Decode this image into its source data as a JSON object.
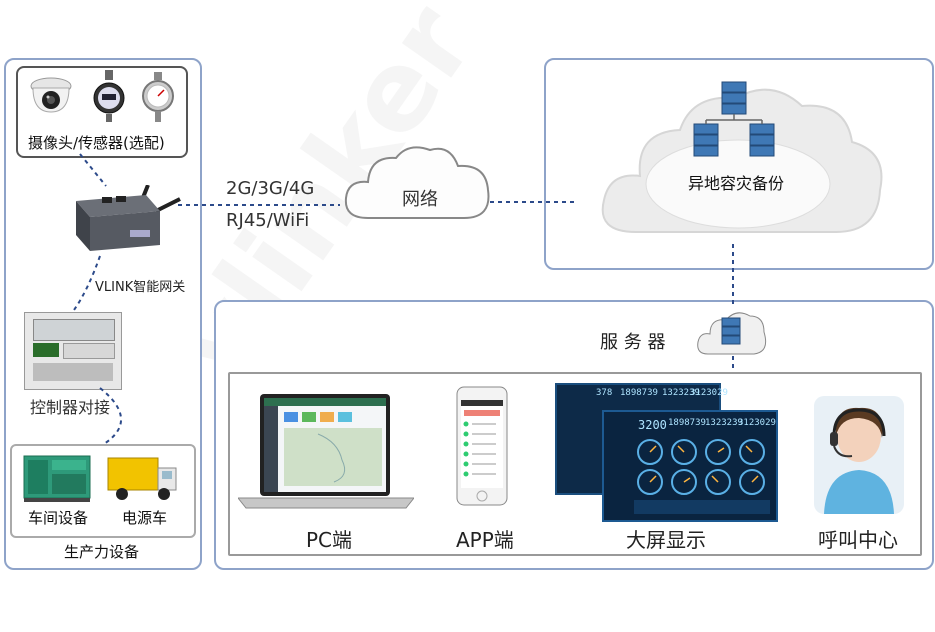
{
  "left_panel": {
    "sensors_label": "摄像头/传感器(选配)",
    "gateway_label": "VLINK智能网关",
    "controller_label": "控制器对接",
    "workshop_label": "车间设备",
    "power_vehicle_label": "电源车",
    "production_label": "生产力设备"
  },
  "network": {
    "protocols_line1": "2G/3G/4G",
    "protocols_line2": "RJ45/WiFi",
    "cloud_label": "网络"
  },
  "backup": {
    "label": "异地容灾备份"
  },
  "server": {
    "label": "服 务 器"
  },
  "clients": [
    {
      "label": "PC端"
    },
    {
      "label": "APP端"
    },
    {
      "label": "大屏显示"
    },
    {
      "label": "呼叫中心"
    }
  ],
  "dashboard_numbers": {
    "row1": [
      "378",
      "1898739",
      "1323239",
      "3123029"
    ],
    "row2": [
      "3200",
      "1898739",
      "1323239",
      "3123029"
    ]
  },
  "watermark": "vlinker",
  "colors": {
    "panel_border": "#8ea3c9",
    "dotted_line": "#2c4a8a",
    "server_blue": "#3f78b5"
  }
}
